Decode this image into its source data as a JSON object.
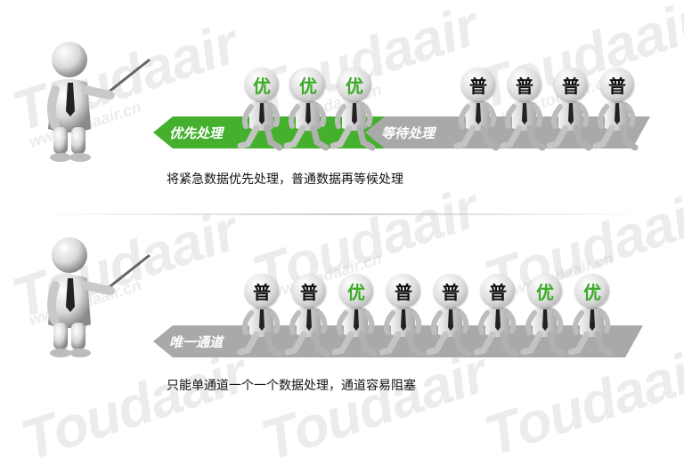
{
  "watermark": {
    "brand": "Toudaair",
    "site": "www.todaair.cn"
  },
  "colors": {
    "priority_green": "#3daa2a",
    "arrow_gray": "#a9a9a9",
    "arrow_green": "#44b02d",
    "text": "#111111"
  },
  "top": {
    "priority_label": "优先处理",
    "waiting_label": "等待处理",
    "priority_people": [
      "优",
      "优",
      "优"
    ],
    "waiting_people": [
      "普",
      "普",
      "普",
      "普"
    ],
    "caption": "将紧急数据优先处理，普通数据再等候处理"
  },
  "bottom": {
    "channel_label": "唯一通道",
    "people": [
      "普",
      "普",
      "优",
      "普",
      "普",
      "普",
      "优",
      "优"
    ],
    "caption": "只能单通道一个一个数据处理，通道容易阻塞"
  }
}
